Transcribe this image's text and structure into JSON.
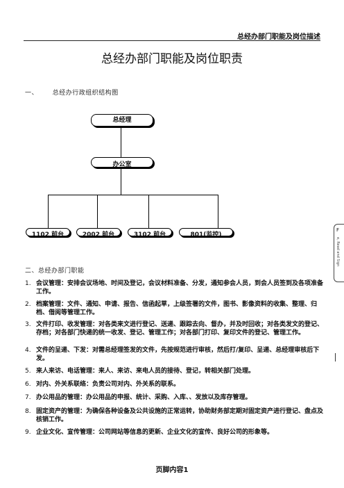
{
  "header": {
    "running_title": "总经办部门职能及岗位描述"
  },
  "title": "总经办部门职能及岗位职责",
  "section1": {
    "number": "一、",
    "label": "总经办行政组织结构图"
  },
  "org_chart": {
    "root": "总经理",
    "office": "办公室",
    "children": [
      "1102 前台",
      "2002 前台",
      "3102 前台",
      "801(监控)"
    ]
  },
  "section2": {
    "label": "二、总经办部门职能"
  },
  "items": [
    {
      "num": "1.",
      "text": "会议管理：安排会议场地、时间及登记，会议材料准备、分发，通知参会人员，到会人员签到及各项准备工作。"
    },
    {
      "num": "2.",
      "text": "档案管理：文件、通知、申请、报告、信函起草，上级签署的文件，图书、影像资料的收集、整理、归档、借阅等管理工作。"
    },
    {
      "num": "3.",
      "text": "文件打印、收发管理：对各类来文进行登记、送递、跟踪去向、督办，并及时回收；对各类发文的登记、存档；对各部门快递的统一收发、登记、管理工作；对各部门打印、复印文件的登记、管理工作。"
    },
    {
      "num": "4.",
      "text": "文件的呈递、下发：对需总经理签发的文件，先按规范进行审核，然后打/复印、呈递、总经理审核后下发。"
    },
    {
      "num": "5.",
      "text": "来人来访、电话管理：来人、来访、来电人员的接待、登记，转相关部门处理。"
    },
    {
      "num": "6.",
      "text": "对内、外关系联络：负责公司对内、外关系的联系。"
    },
    {
      "num": "7.",
      "text": "办公用品的管理：办公用品的申报、统计、采购、入库、、发放以及库存管理。"
    },
    {
      "num": "8.",
      "text": "固定资产的管理：为确保各种设备及公共设施的正常运转，协助财务部定期对固定资产进行登记、盘点及核销工作。"
    },
    {
      "num": "9.",
      "text": "企业文化、宣传管理：公司网站等信息的更新、企业文化的宣传、良好公司的形象等。"
    }
  ],
  "footer": "页脚内容1",
  "side_tab": {
    "char": "F",
    "text": "e, Read and Sign"
  }
}
